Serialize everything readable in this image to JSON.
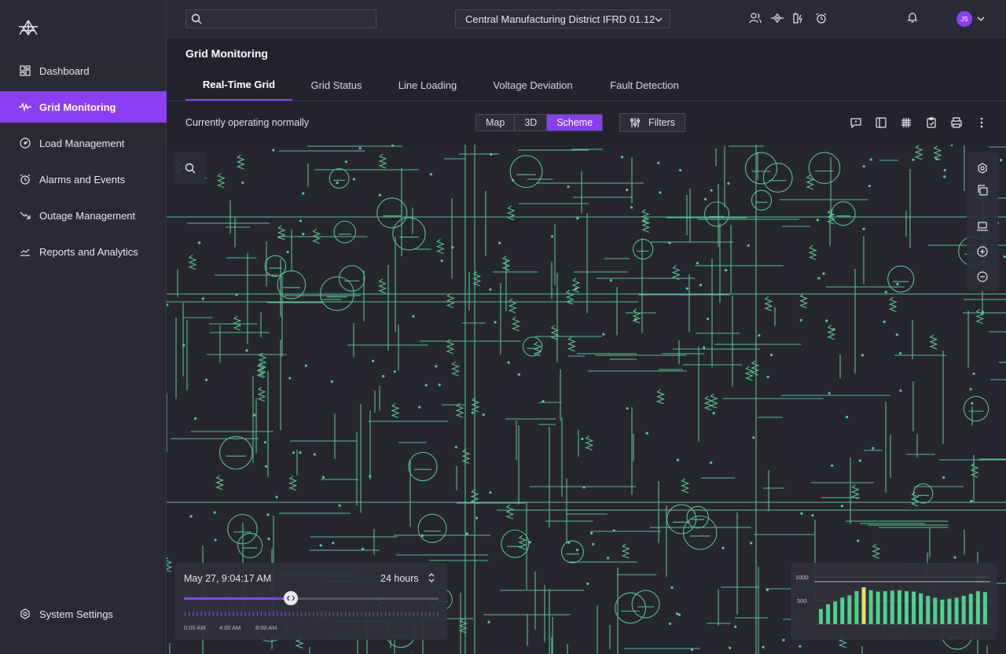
{
  "sidebar": {
    "items": [
      {
        "label": "Dashboard",
        "icon": "dashboard-icon"
      },
      {
        "label": "Grid Monitoring",
        "icon": "pulse-icon",
        "active": true
      },
      {
        "label": "Load Management",
        "icon": "gauge-icon"
      },
      {
        "label": "Alarms and Events",
        "icon": "alarm-icon"
      },
      {
        "label": "Outage Management",
        "icon": "trend-down-icon"
      },
      {
        "label": "Reports and Analytics",
        "icon": "chart-line-icon"
      }
    ],
    "bottom": {
      "label": "System Settings",
      "icon": "settings-icon"
    }
  },
  "topbar": {
    "search_placeholder": "",
    "district": "Central Manufacturing District IFRD 01.12",
    "avatar_initials": "JS"
  },
  "page": {
    "title": "Grid Monitoring",
    "tabs": [
      "Real-Time Grid",
      "Grid Status",
      "Line Loading",
      "Voltage Deviation",
      "Fault Detection"
    ],
    "active_tab": 0,
    "status": "Currently operating normally"
  },
  "view_modes": {
    "options": [
      "Map",
      "3D",
      "Scheme"
    ],
    "selected": "Scheme"
  },
  "filters_label": "Filters",
  "time_panel": {
    "datetime": "May 27, 9:04:17 AM",
    "range": "24 hours",
    "progress": 0.42,
    "tick_labels": [
      "0:00 AM",
      "4:00 AM",
      "8:00 AM"
    ]
  },
  "chart_data": {
    "type": "bar",
    "ylim": [
      0,
      1000
    ],
    "yticks": [
      "1000",
      "500"
    ],
    "threshold": 900,
    "highlight_index": 6,
    "values": [
      320,
      420,
      480,
      560,
      610,
      700,
      780,
      720,
      690,
      700,
      710,
      720,
      700,
      690,
      650,
      600,
      560,
      520,
      540,
      560,
      600,
      640,
      700,
      680
    ]
  },
  "colors": {
    "accent": "#8b3ff5",
    "schematic": "#5ee0a0",
    "chart_bar": "#4fd08a",
    "chart_highlight": "#e8e060"
  }
}
